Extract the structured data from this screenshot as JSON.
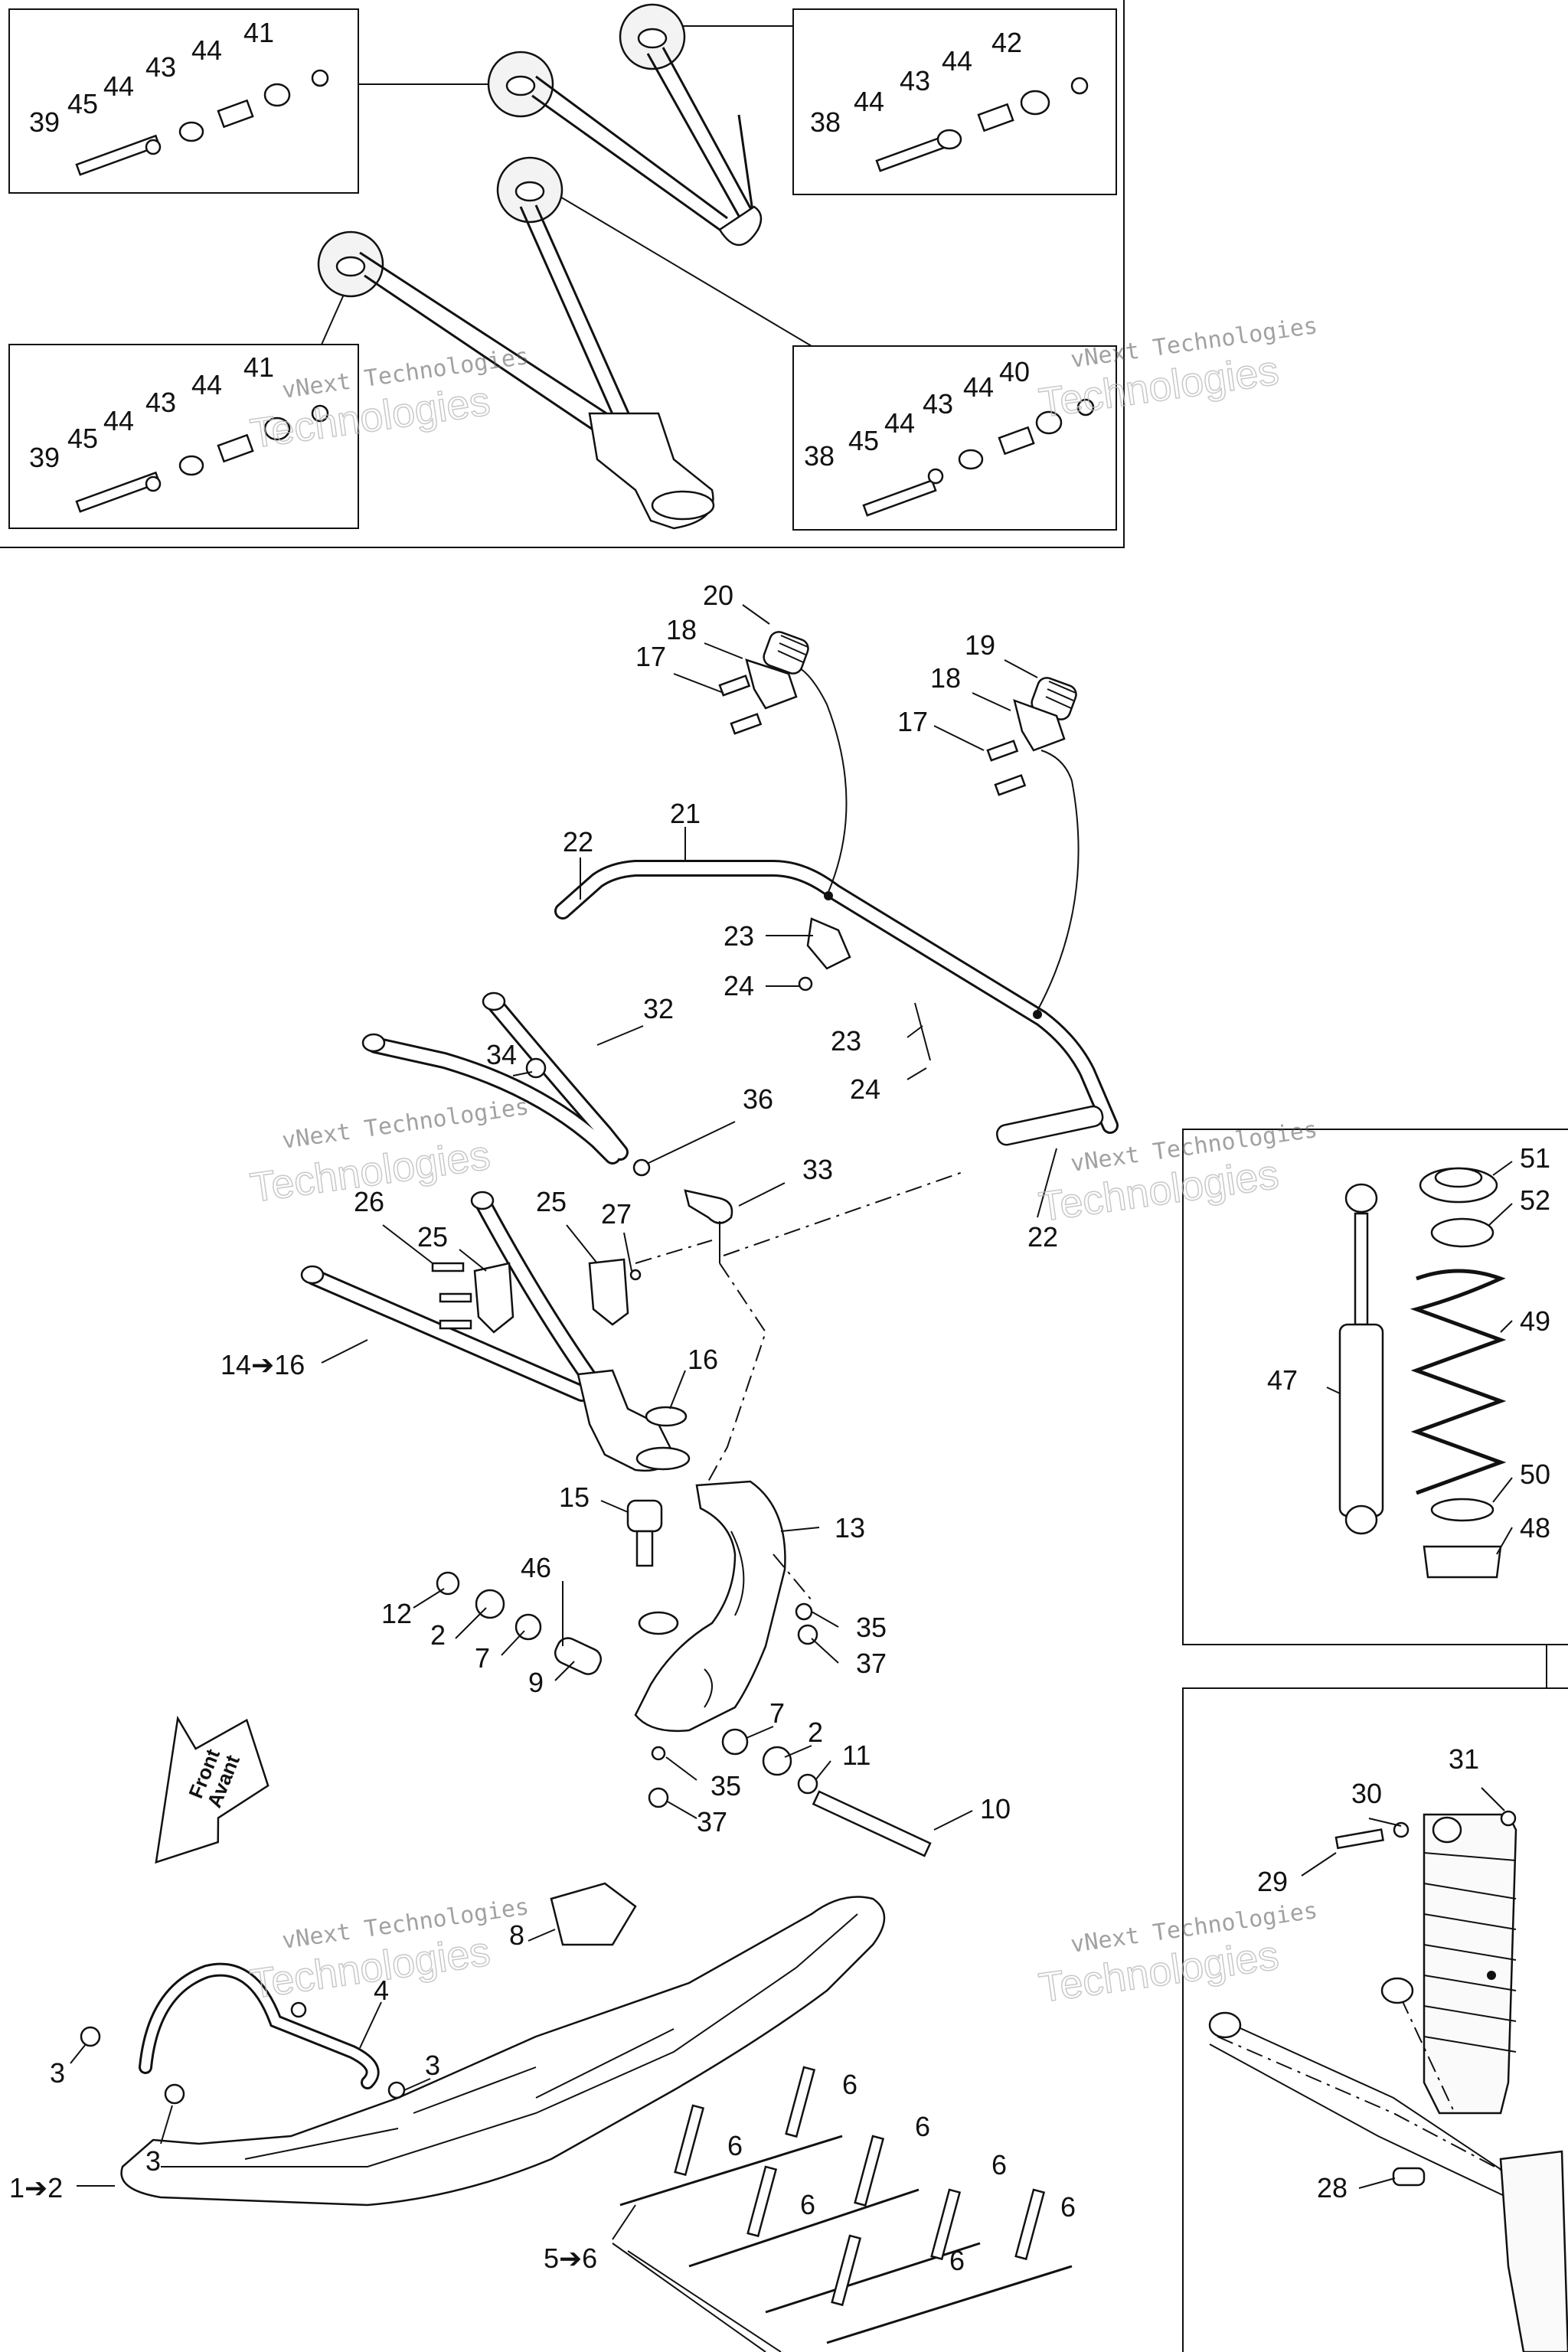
{
  "watermark": {
    "line1": "vNext Technologies",
    "line2": "Technologies"
  },
  "front_arrow": {
    "line1": "Front",
    "line2": "Avant"
  },
  "callouts": {
    "inset_tl": [
      "39",
      "45",
      "44",
      "43",
      "44",
      "41"
    ],
    "inset_tr": [
      "38",
      "44",
      "43",
      "44",
      "42"
    ],
    "inset_bl": [
      "39",
      "45",
      "44",
      "43",
      "44",
      "41"
    ],
    "inset_br": [
      "38",
      "45",
      "44",
      "43",
      "44",
      "40"
    ],
    "main": [
      "20",
      "18",
      "17",
      "19",
      "18",
      "17",
      "21",
      "22",
      "23",
      "24",
      "23",
      "24",
      "32",
      "34",
      "36",
      "33",
      "22",
      "26",
      "25",
      "25",
      "27",
      "14➔16",
      "16",
      "15",
      "13",
      "46",
      "12",
      "2",
      "7",
      "9",
      "35",
      "37",
      "7",
      "2",
      "11",
      "35",
      "37",
      "10",
      "8",
      "4",
      "3",
      "3",
      "3",
      "1➔2",
      "6",
      "6",
      "6",
      "6",
      "6",
      "6",
      "6",
      "5➔6"
    ],
    "shock_inset": [
      "51",
      "52",
      "47",
      "49",
      "50",
      "48"
    ],
    "rear_inset": [
      "30",
      "31",
      "29",
      "28"
    ]
  },
  "colors": {
    "line": "#111111",
    "background": "#ffffff"
  }
}
